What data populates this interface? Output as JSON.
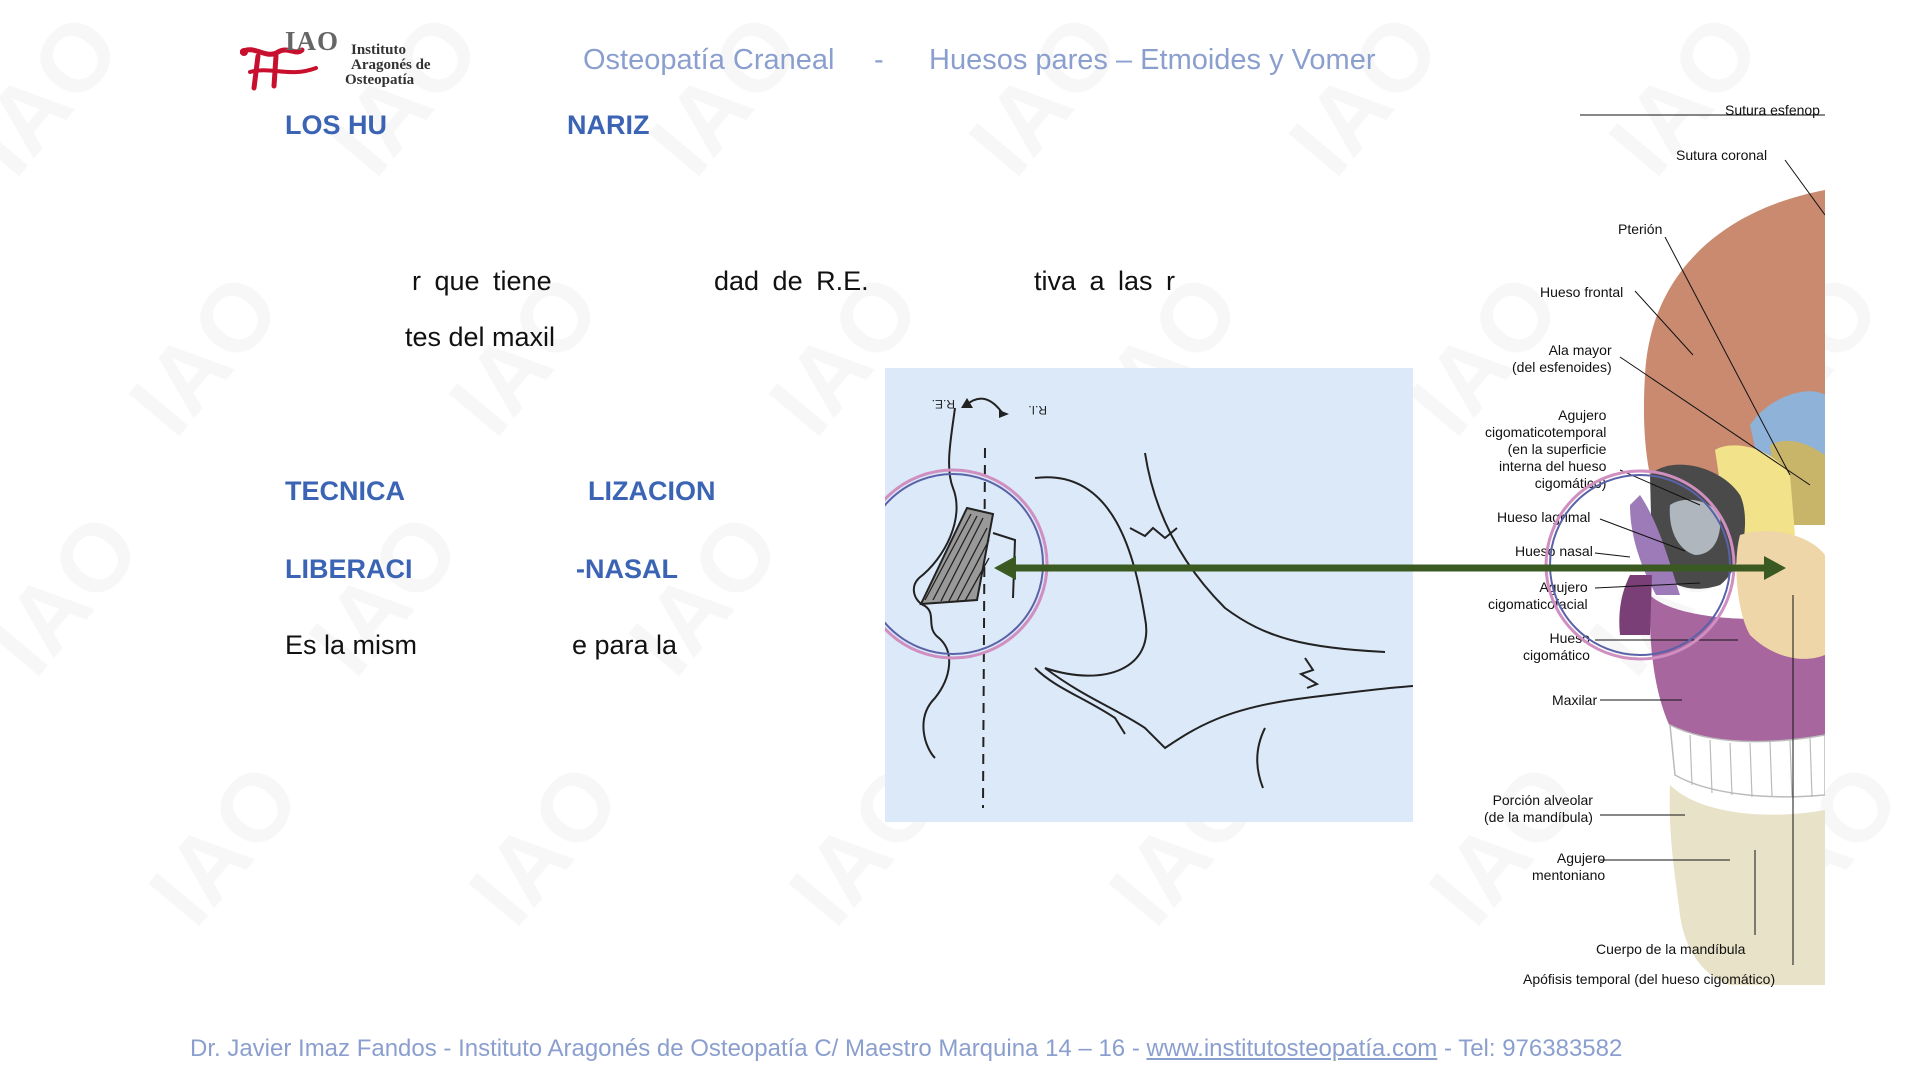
{
  "logo": {
    "short": "IAO",
    "line1": "Instituto",
    "line2": "Aragonés de",
    "line3": "Osteopatía"
  },
  "header": {
    "course": "Osteopatía Craneal",
    "separator": "-",
    "topic": "Huesos pares – Etmoides y Vomer"
  },
  "content": {
    "heading_a": "LOS HU",
    "heading_b": "NARIZ",
    "line1_a": "r que tiene",
    "line1_b": "dad de R.E.",
    "line1_c": "tiva a las r",
    "line2": "tes del maxil",
    "tech_a": "TECNICA",
    "tech_b": "LIZACION",
    "lib_a": "LIBERACI",
    "lib_b": "-NASAL",
    "same_a": "Es la mism",
    "same_b": "e para la"
  },
  "diagram": {
    "label_re": "R.E.",
    "label_ri": "R.I."
  },
  "skull_labels": {
    "sutura_esfeno": "Sutura esfenop",
    "sutura_coronal": "Sutura coronal",
    "pterion": "Pterión",
    "hueso_frontal": "Hueso frontal",
    "ala_mayor": "Ala mayor\n(del esfenoides)",
    "agujero_cigomaticotemporal": "Agujero\ncigomaticotemporal\n(en la superficie\ninterna del hueso\ncigomático)",
    "hueso_lagrimal": "Hueso lagrimal",
    "hueso_nasal": "Hueso nasal",
    "agujero_cigomaticofacial": "Agujero\ncigomaticofacial",
    "hueso_cigomatico": "Hueso\ncigomático",
    "maxilar": "Maxilar",
    "porcion_alveolar": "Porción alveolar\n(de la mandíbula)",
    "agujero_mentoniano": "Agujero\nmentoniano",
    "cuerpo_mandibula": "Cuerpo de la mandíbula",
    "apofisis_temporal": "Apófisis temporal (del hueso cigomático)"
  },
  "footer": {
    "text": "Dr. Javier Imaz Fandos - Instituto Aragonés de Osteopatía C/ Maestro Marquina 14 – 16  - ",
    "link": "www.institutosteopatía.com",
    "tel": " - Tel: 976383582"
  },
  "colors": {
    "header_blue": "#8b9fcf",
    "heading_blue": "#3b64b4",
    "logo_red": "#c8102e",
    "arrow_green": "#3a5a22",
    "diagram_bg": "#dce9f8"
  }
}
